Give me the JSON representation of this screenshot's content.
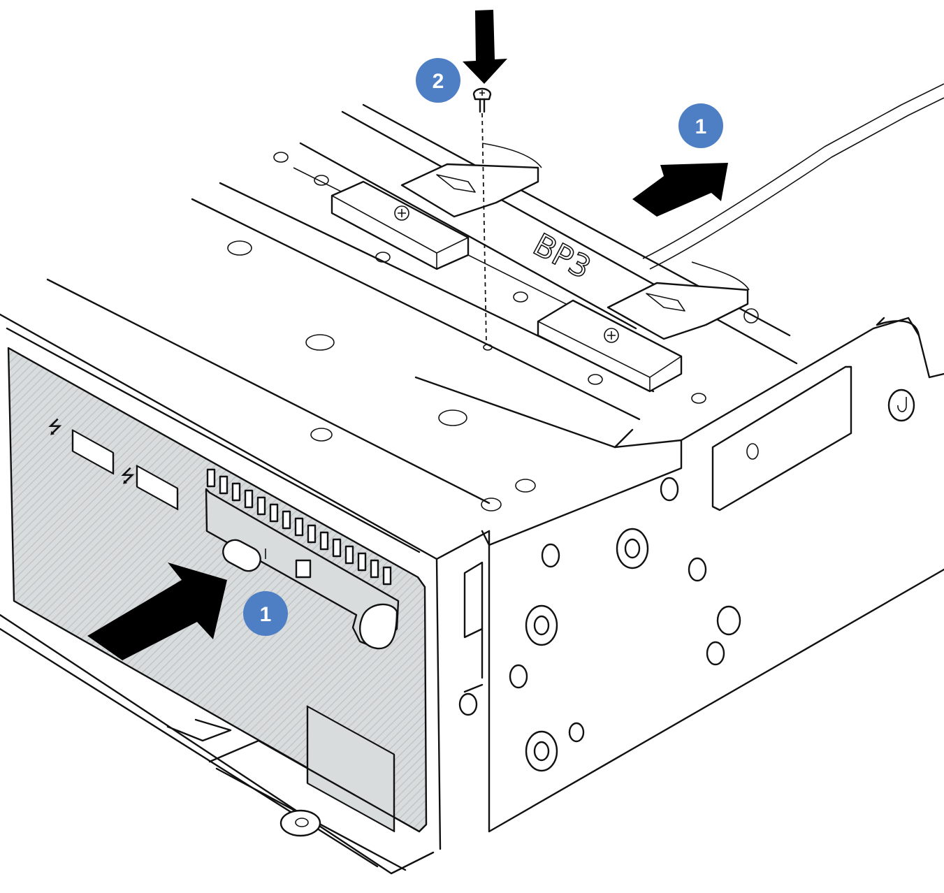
{
  "callouts": [
    {
      "number": "2",
      "step": "install-screw"
    },
    {
      "number": "1",
      "step": "slide-assembly-rear"
    },
    {
      "number": "1",
      "step": "push-front-panel-in"
    }
  ],
  "labels": {
    "backplane": "BP3"
  },
  "colors": {
    "callout_fill": "#4e7fc4",
    "panel_fill": "#d9dcdd",
    "line": "#111111"
  },
  "icons": [
    "usb-icon",
    "usb-superspeed-icon",
    "arrow-right-icon",
    "arrow-down-icon",
    "screw-icon"
  ]
}
